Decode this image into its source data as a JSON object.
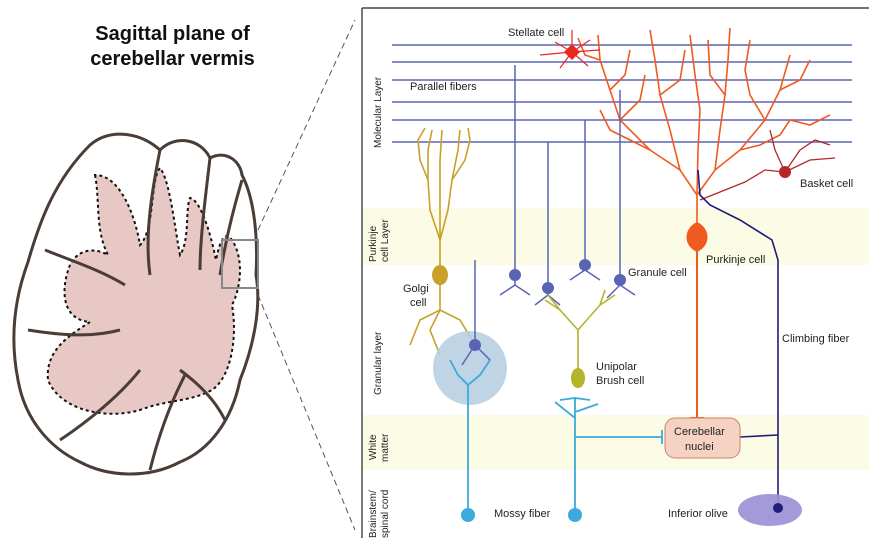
{
  "title": {
    "line1": "Sagittal plane of",
    "line2": "cerebellar vermis"
  },
  "layers": {
    "molecular": "Molecular Layer",
    "purkinje_1": "Purkinje",
    "purkinje_2": "cell Layer",
    "granular": "Granular layer",
    "white_1": "White",
    "white_2": "matter",
    "brainstem_1": "Brainstem/",
    "brainstem_2": "spinal cord"
  },
  "labels": {
    "stellate": "Stellate cell",
    "parallel": "Parallel fibers",
    "basket": "Basket cell",
    "purkinje": "Purkinje cell",
    "granule": "Granule cell",
    "golgi_1": "Golgi",
    "golgi_2": "cell",
    "unipolar_1": "Unipolar",
    "unipolar_2": "Brush cell",
    "climbing": "Climbing fiber",
    "nuclei_1": "Cerebellar",
    "nuclei_2": "nuclei",
    "mossy": "Mossy fiber",
    "olive": "Inferior olive"
  },
  "colors": {
    "purkinje": "#f05a1e",
    "golgi": "#c8a02a",
    "granule": "#5a64b4",
    "unipolar": "#b4b428",
    "mossy": "#3caadc",
    "climbing": "#1e1e78",
    "band": "#fbfbe6",
    "stellate": "#e8281e",
    "basket": "#b42828",
    "olive": "#9a8fd6",
    "nuclei": "#f6d2c3",
    "lobule": "#e8c8c4"
  }
}
